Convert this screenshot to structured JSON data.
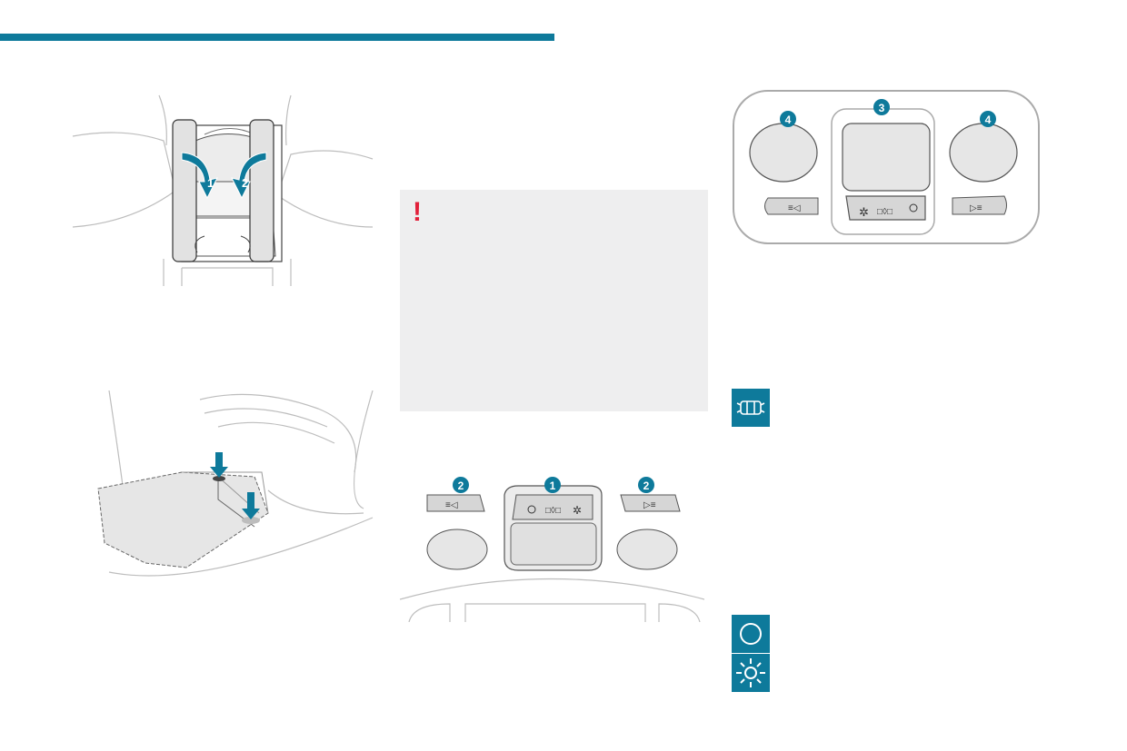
{
  "colors": {
    "accent": "#0e7a9b",
    "warning": "#e2203a",
    "panel_bg": "#eeeeef",
    "line": "#b8b8b8",
    "fill": "#e6e6e6",
    "fill_dark": "#d6d6d6"
  },
  "header": {
    "bar": "accent-bar"
  },
  "warning": {
    "symbol": "!",
    "icon": "exclamation-icon"
  },
  "callouts": {
    "armrest_1": "1",
    "armrest_2": "2",
    "lamp_front_1": "1",
    "lamp_front_2_left": "2",
    "lamp_front_2_right": "2",
    "lamp_rear_3": "3",
    "lamp_rear_4_left": "4",
    "lamp_rear_4_right": "4"
  },
  "side_icons": [
    {
      "name": "door-courtesy-icon"
    },
    {
      "name": "off-circle-icon"
    },
    {
      "name": "lamp-on-icon"
    }
  ]
}
